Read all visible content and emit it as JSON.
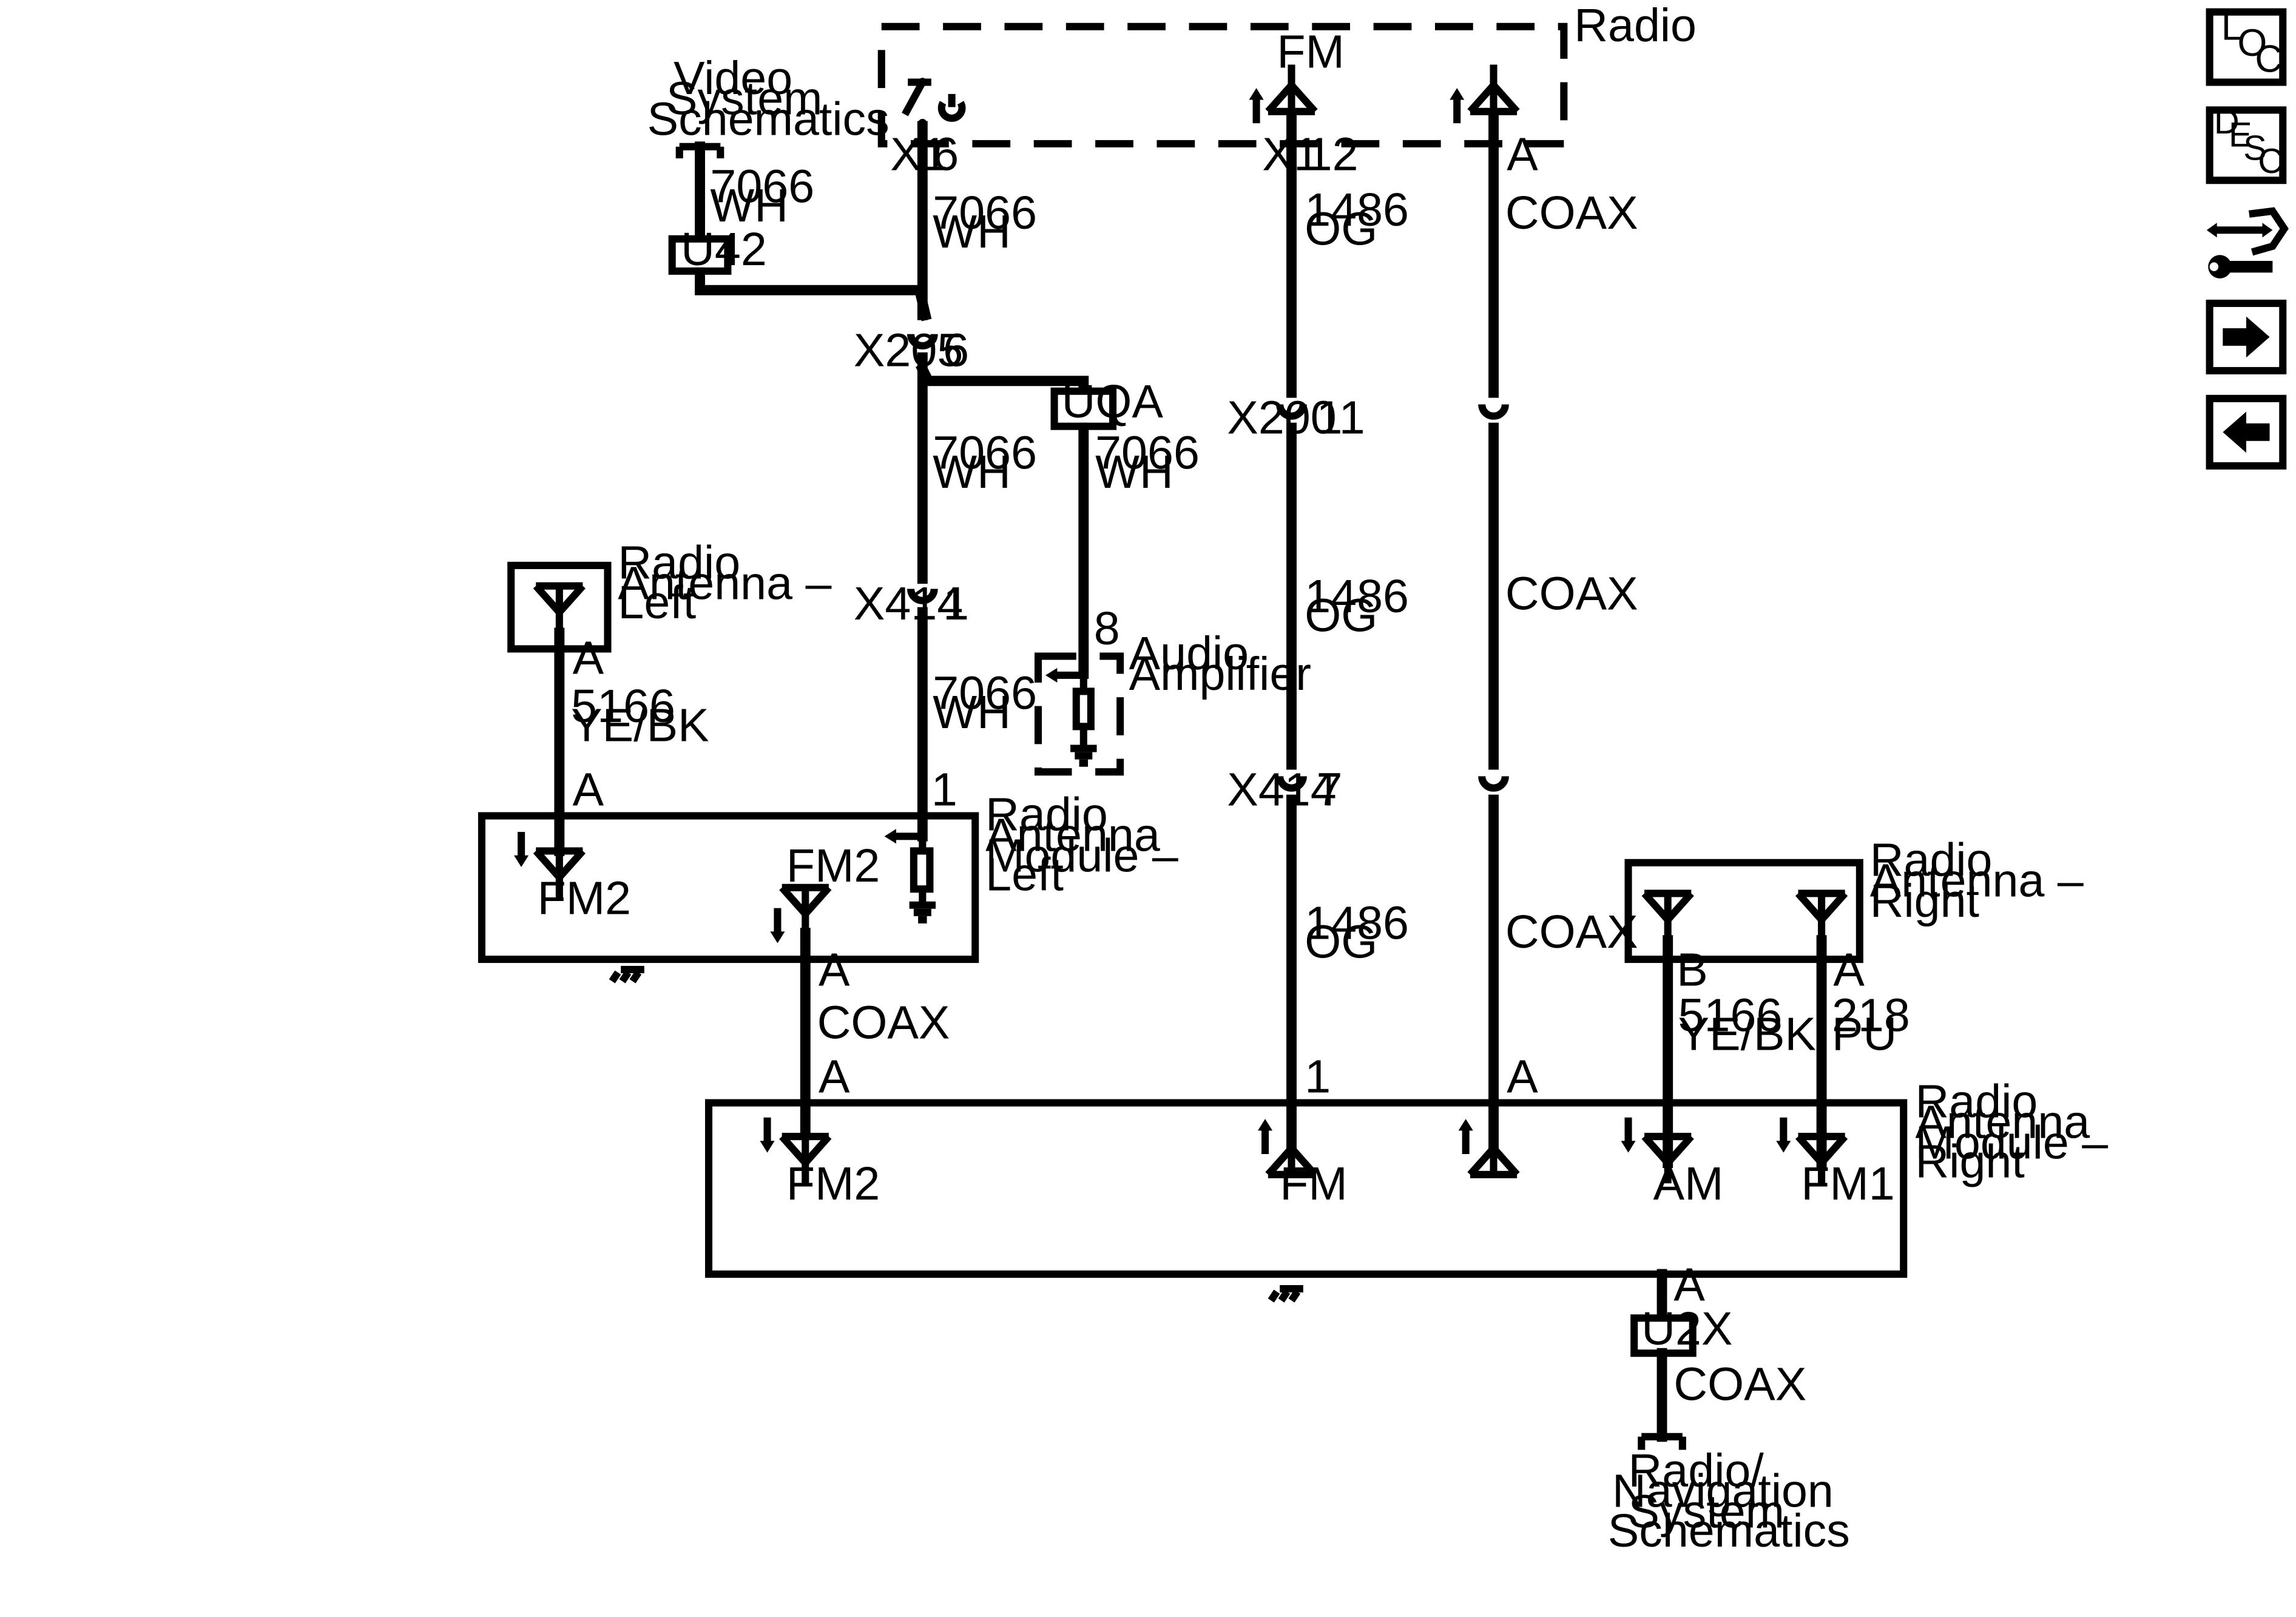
{
  "components": {
    "radio": "Radio",
    "video_link": [
      "Video",
      "System",
      "Schematics"
    ],
    "radio_nav_link": [
      "Radio/",
      "Navigation",
      "System",
      "Schematics"
    ],
    "audio_amplifier": [
      "Audio",
      "Amplifier"
    ],
    "antenna_left": [
      "Radio",
      "Antenna –",
      "Left"
    ],
    "antenna_right": [
      "Radio",
      "Antenna –",
      "Right"
    ],
    "module_left": [
      "Radio",
      "Antenna",
      "Module –",
      "Left"
    ],
    "module_right": [
      "Radio",
      "Antenna",
      "Module –",
      "Right"
    ]
  },
  "splices": {
    "u42": "U42",
    "uqa": "UQA",
    "u2x": "U2X"
  },
  "connectors": {
    "x1": "X1",
    "x205": "X205",
    "x200": "X200",
    "x414": "X414"
  },
  "pins": {
    "p6": "6",
    "p12": "12",
    "pA": "A",
    "p11": "11",
    "p1": "1",
    "p7": "7",
    "p8": "8",
    "pB": "B"
  },
  "wires": {
    "w7066": "7066",
    "wh": "WH",
    "w1486": "1486",
    "og": "OG",
    "w5166": "5166",
    "yebk": "YE/BK",
    "w218": "218",
    "pu": "PU",
    "coax": "COAX"
  },
  "antenna_labels": {
    "fm": "FM",
    "fm1": "FM1",
    "fm2": "FM2",
    "am": "AM"
  },
  "nav_icons": [
    {
      "name": "loc-icon",
      "letters": [
        "L",
        "O",
        "C"
      ]
    },
    {
      "name": "desc-icon",
      "letters": [
        "D",
        "E",
        "S",
        "C"
      ]
    },
    {
      "name": "connector-repair-icon"
    },
    {
      "name": "next-page-icon"
    },
    {
      "name": "previous-page-icon"
    }
  ]
}
